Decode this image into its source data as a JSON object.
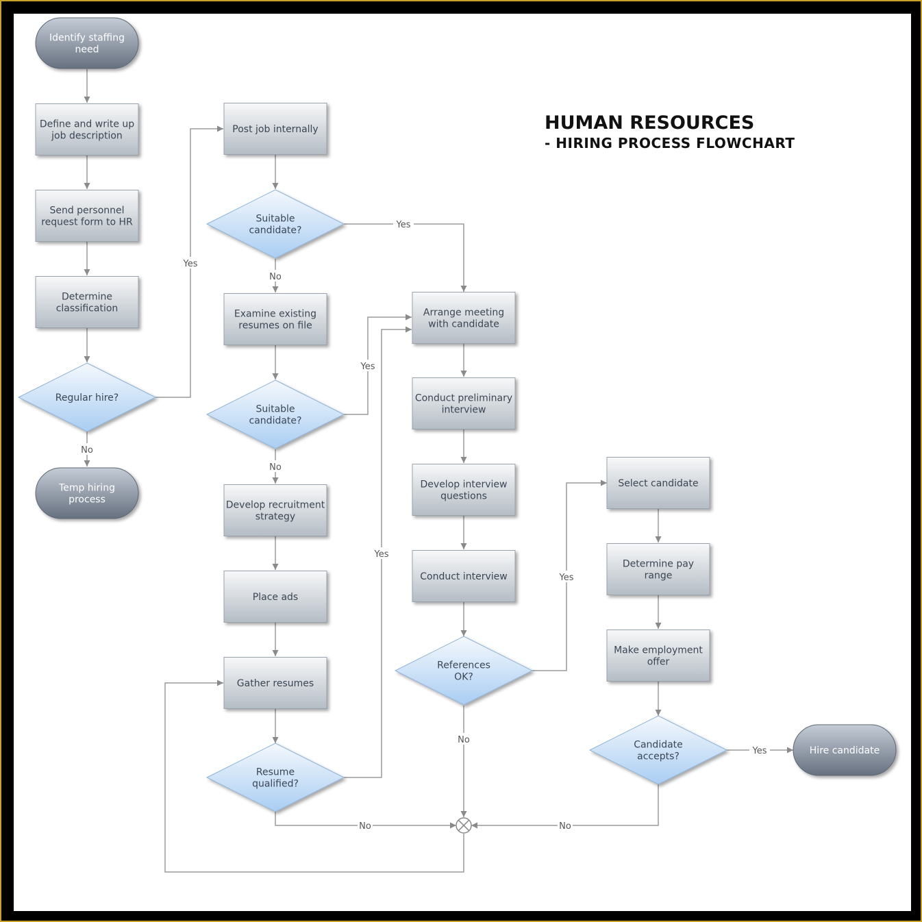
{
  "title": {
    "line1": "HUMAN RESOURCES",
    "line2": "- HIRING PROCESS FLOWCHART"
  },
  "nodes": [
    {
      "id": "identify",
      "name": "terminal-identify-staffing-need",
      "shape": "terminal",
      "lines": [
        "Identify staffing",
        "need"
      ]
    },
    {
      "id": "define",
      "name": "process-define-job-description",
      "shape": "process",
      "lines": [
        "Define and write up",
        "job description"
      ]
    },
    {
      "id": "send",
      "name": "process-send-personnel-request",
      "shape": "process",
      "lines": [
        "Send personnel",
        "request form to HR"
      ]
    },
    {
      "id": "classify",
      "name": "process-determine-classification",
      "shape": "process",
      "lines": [
        "Determine",
        "classification"
      ]
    },
    {
      "id": "regular",
      "name": "decision-regular-hire",
      "shape": "decision",
      "lines": [
        "Regular hire?"
      ]
    },
    {
      "id": "temp",
      "name": "terminal-temp-hiring-process",
      "shape": "terminal",
      "lines": [
        "Temp hiring",
        "process"
      ]
    },
    {
      "id": "post",
      "name": "process-post-job-internally",
      "shape": "process",
      "lines": [
        "Post job internally"
      ]
    },
    {
      "id": "suit1",
      "name": "decision-suitable-candidate-1",
      "shape": "decision",
      "lines": [
        "Suitable",
        "candidate?"
      ]
    },
    {
      "id": "examine",
      "name": "process-examine-existing-resumes",
      "shape": "process",
      "lines": [
        "Examine existing",
        "resumes on file"
      ]
    },
    {
      "id": "suit2",
      "name": "decision-suitable-candidate-2",
      "shape": "decision",
      "lines": [
        "Suitable",
        "candidate?"
      ]
    },
    {
      "id": "strategy",
      "name": "process-develop-recruitment-strategy",
      "shape": "process",
      "lines": [
        "Develop recruitment",
        "strategy"
      ]
    },
    {
      "id": "ads",
      "name": "process-place-ads",
      "shape": "process",
      "lines": [
        "Place ads"
      ]
    },
    {
      "id": "gather",
      "name": "process-gather-resumes",
      "shape": "process",
      "lines": [
        "Gather resumes"
      ]
    },
    {
      "id": "qualified",
      "name": "decision-resume-qualified",
      "shape": "decision",
      "lines": [
        "Resume",
        "qualified?"
      ]
    },
    {
      "id": "arrange",
      "name": "process-arrange-meeting",
      "shape": "process",
      "lines": [
        "Arrange meeting",
        "with candidate"
      ]
    },
    {
      "id": "prelim",
      "name": "process-conduct-preliminary-interview",
      "shape": "process",
      "lines": [
        "Conduct preliminary",
        "interview"
      ]
    },
    {
      "id": "questions",
      "name": "process-develop-interview-questions",
      "shape": "process",
      "lines": [
        "Develop interview",
        "questions"
      ]
    },
    {
      "id": "interview",
      "name": "process-conduct-interview",
      "shape": "process",
      "lines": [
        "Conduct interview"
      ]
    },
    {
      "id": "refs",
      "name": "decision-references-ok",
      "shape": "decision",
      "lines": [
        "References",
        "OK?"
      ]
    },
    {
      "id": "select",
      "name": "process-select-candidate",
      "shape": "process",
      "lines": [
        "Select candidate"
      ]
    },
    {
      "id": "pay",
      "name": "process-determine-pay-range",
      "shape": "process",
      "lines": [
        "Determine pay",
        "range"
      ]
    },
    {
      "id": "offer",
      "name": "process-make-employment-offer",
      "shape": "process",
      "lines": [
        "Make employment",
        "offer"
      ]
    },
    {
      "id": "accepts",
      "name": "decision-candidate-accepts",
      "shape": "decision",
      "lines": [
        "Candidate",
        "accepts?"
      ]
    },
    {
      "id": "hire",
      "name": "terminal-hire-candidate",
      "shape": "terminal",
      "lines": [
        "Hire candidate"
      ]
    }
  ],
  "edge_labels": {
    "regular_yes": "Yes",
    "regular_no": "No",
    "suit1_yes": "Yes",
    "suit1_no": "No",
    "suit2_yes": "Yes",
    "suit2_no": "No",
    "qualified_yes": "Yes",
    "qualified_no": "No",
    "refs_yes": "Yes",
    "refs_no": "No",
    "accepts_yes": "Yes",
    "accepts_no": "No"
  },
  "colors": {
    "process_top": "#f7f8f9",
    "process_bottom": "#b4bcc4",
    "terminal_top": "#c4ccd6",
    "terminal_bottom": "#66707f",
    "decision_top": "#f4f8fd",
    "decision_bottom": "#a9cdf2",
    "connector": "#9a9a9a"
  }
}
